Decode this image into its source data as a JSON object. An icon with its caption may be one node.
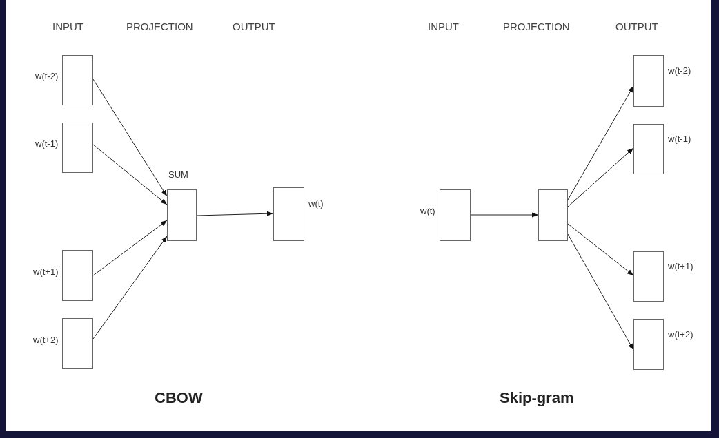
{
  "diagram": {
    "nodes": [
      {
        "text": [],
        "shape": "box",
        "beside": [
          "w(t-2)"
        ]
      },
      {
        "text": [],
        "shape": "box",
        "beside": [
          "w(t-1)"
        ]
      },
      {
        "text": [],
        "shape": "box",
        "beside": [
          "w(t+1)"
        ]
      },
      {
        "text": [],
        "shape": "box",
        "beside": [
          "w(t+2)"
        ]
      },
      {
        "text": [],
        "shape": "box",
        "beside": [
          "SUM"
        ]
      },
      {
        "text": [],
        "shape": "box",
        "beside": [
          "w(t)"
        ]
      },
      {
        "text": [],
        "shape": "box",
        "beside": [
          "w(t)"
        ]
      },
      {
        "text": [],
        "shape": "box"
      },
      {
        "text": [],
        "shape": "box",
        "beside": [
          "w(t-2)"
        ]
      },
      {
        "text": [],
        "shape": "box",
        "beside": [
          "w(t-1)"
        ]
      },
      {
        "text": [],
        "shape": "box",
        "beside": [
          "w(t+1)"
        ]
      },
      {
        "text": [],
        "shape": "box",
        "beside": [
          "w(t+2)"
        ]
      }
    ],
    "edges": [
      {
        "from": 0,
        "to": 4,
        "arrow": "to"
      },
      {
        "from": 1,
        "to": 4,
        "arrow": "to"
      },
      {
        "from": 2,
        "to": 4,
        "arrow": "to"
      },
      {
        "from": 3,
        "to": 4,
        "arrow": "to"
      },
      {
        "from": 4,
        "to": 5,
        "arrow": "to"
      },
      {
        "from": 6,
        "to": 7,
        "arrow": "to"
      },
      {
        "from": 7,
        "to": 8,
        "arrow": "to"
      },
      {
        "from": 7,
        "to": 9,
        "arrow": "to"
      },
      {
        "from": 7,
        "to": 10,
        "arrow": "to"
      },
      {
        "from": 7,
        "to": 11,
        "arrow": "to"
      }
    ],
    "labels": [
      "INPUT",
      "PROJECTION",
      "OUTPUT",
      "INPUT",
      "PROJECTION",
      "OUTPUT",
      "CBOW",
      "Skip-gram"
    ]
  }
}
